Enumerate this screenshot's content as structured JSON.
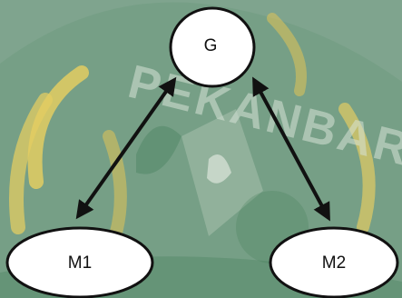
{
  "watermark": {
    "text": "PEKANBARU"
  },
  "diagram": {
    "nodes": [
      {
        "id": "G",
        "label": "G"
      },
      {
        "id": "M1",
        "label": "M1"
      },
      {
        "id": "M2",
        "label": "M2"
      }
    ],
    "edges": [
      {
        "from": "G",
        "to": "M1",
        "direction": "bidirectional"
      },
      {
        "from": "G",
        "to": "M2",
        "direction": "bidirectional"
      }
    ]
  },
  "colors": {
    "background": "#7fa48e",
    "watermark_green": "#3f7b55",
    "watermark_yellow": "#e3cc62",
    "node_fill": "#ffffff",
    "stroke": "#111111"
  }
}
